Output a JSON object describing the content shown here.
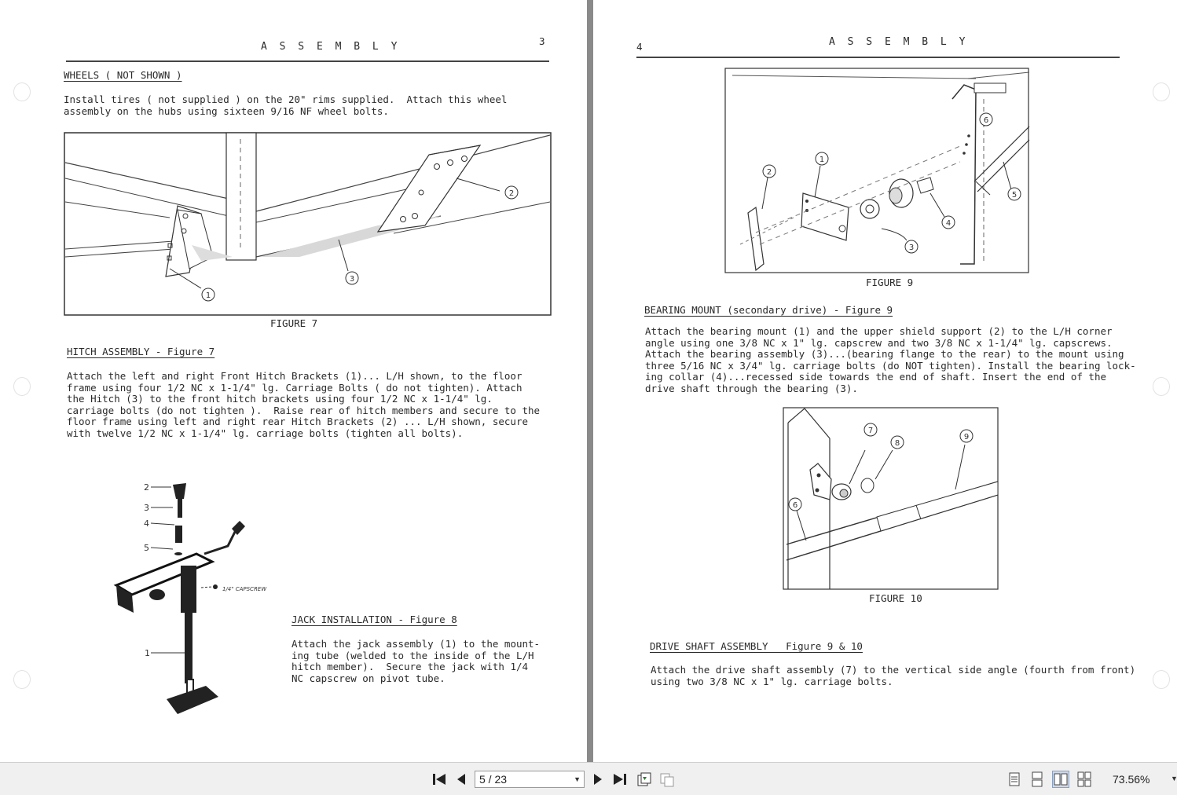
{
  "left_page": {
    "header": "A S S E M B L Y",
    "page_number": "3",
    "wheels_heading": "WHEELS ( NOT SHOWN )",
    "wheels_body": "Install tires ( not supplied ) on the 20\" rims supplied.  Attach this wheel\nassembly on the hubs using sixteen 9/16 NF wheel bolts.",
    "figure7_caption": "FIGURE 7",
    "figure7_callouts": [
      "1",
      "2",
      "3"
    ],
    "hitch_heading": "HITCH ASSEMBLY - Figure 7",
    "hitch_body": "Attach the left and right Front Hitch Brackets (1)... L/H shown, to the floor\nframe using four 1/2 NC x 1-1/4\" lg. Carriage Bolts ( do not tighten). Attach\nthe Hitch (3) to the front hitch brackets using four 1/2 NC x 1-1/4\" lg.\ncarriage bolts (do not tighten ).  Raise rear of hitch members and secure to the\nfloor frame using left and right rear Hitch Brackets (2) ... L/H shown, secure\nwith twelve 1/2 NC x 1-1/4\" lg. carriage bolts (tighten all bolts).",
    "figure8_labels": [
      "2",
      "3",
      "4",
      "5",
      "1"
    ],
    "figure8_note": "1/4\" CAPSCREW",
    "jack_heading": "JACK INSTALLATION - Figure 8",
    "jack_body": "Attach the jack assembly (1) to the mount-\ning tube (welded to the inside of the L/H\nhitch member).  Secure the jack with 1/4\nNC capscrew on pivot tube."
  },
  "right_page": {
    "page_number": "4",
    "header": "A S S E M B L Y",
    "figure9_caption": "FIGURE 9",
    "figure9_callouts": [
      "1",
      "2",
      "3",
      "4",
      "5",
      "6"
    ],
    "bearing_heading": "BEARING MOUNT (secondary drive) - Figure 9",
    "bearing_body": "Attach the bearing mount (1) and the upper shield support (2) to the L/H corner\nangle using one 3/8 NC x 1\" lg. capscrew and two 3/8 NC x 1-1/4\" lg. capscrews.\nAttach the bearing assembly (3)...(bearing flange to the rear) to the mount using\nthree 5/16 NC x 3/4\" lg. carriage bolts (do NOT tighten). Install the bearing lock-\ning collar (4)...recessed side towards the end of shaft. Insert the end of the\ndrive shaft through the bearing (3).",
    "figure10_caption": "FIGURE 10",
    "figure10_callouts": [
      "6",
      "7",
      "8",
      "9"
    ],
    "drive_heading": "DRIVE SHAFT ASSEMBLY   Figure 9 & 10",
    "drive_body": "Attach the drive shaft assembly (7) to the vertical side angle (fourth from front)\nusing two 3/8 NC x 1\" lg. carriage bolts."
  },
  "toolbar": {
    "page_indicator": "5 / 23",
    "zoom": "73.56%",
    "icons": [
      "first-page-icon",
      "prev-page-icon",
      "next-page-icon",
      "last-page-icon",
      "rotate-icon",
      "compare-icon",
      "single-page-icon",
      "continuous-icon",
      "facing-icon",
      "facing-continuous-icon"
    ]
  }
}
